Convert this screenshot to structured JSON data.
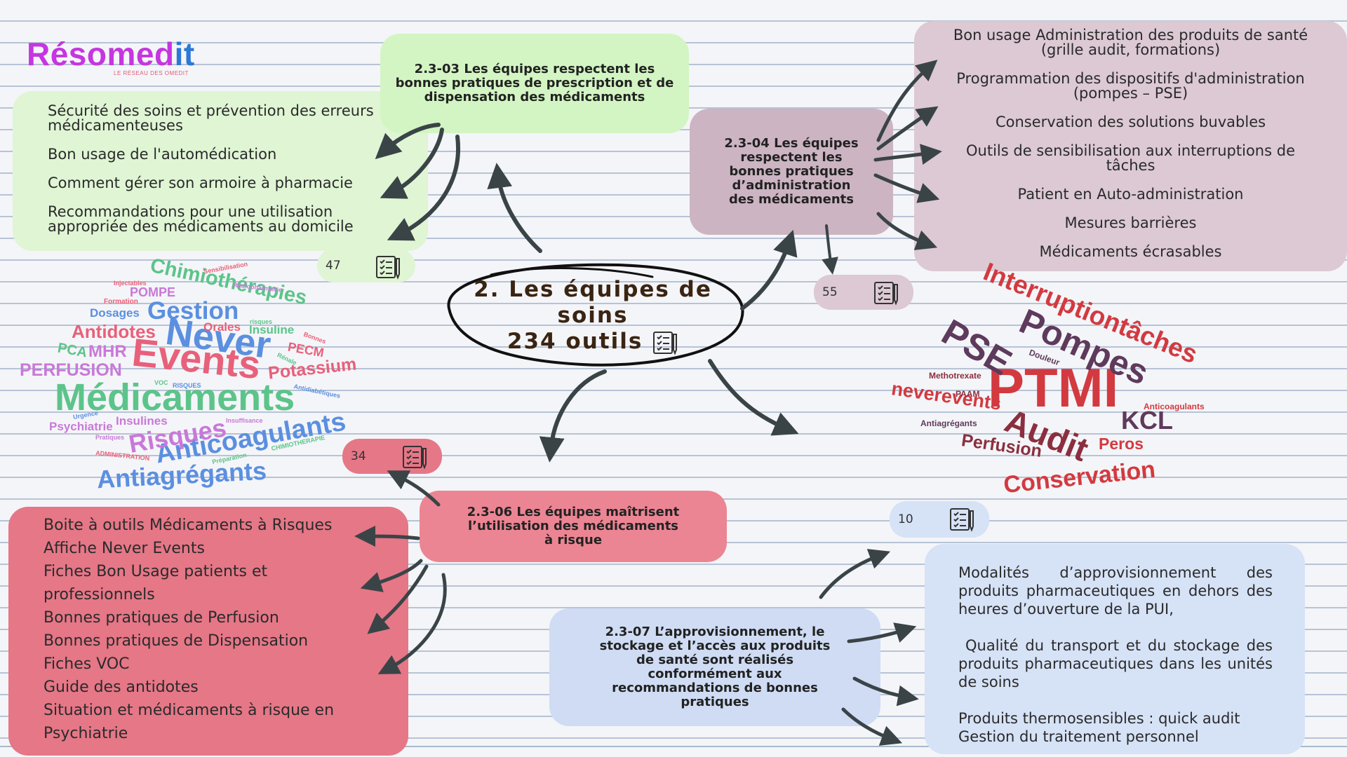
{
  "logo": {
    "part1": "Résomed",
    "part2": "it",
    "tagline": "LE RÉSEAU DES OMEDIT"
  },
  "center": {
    "line1": "2. Les équipes de",
    "line2": "soins",
    "line3": "234 outils"
  },
  "branch_203": {
    "title": "2.3-03 Les équipes respectent les bonnes pratiques de prescription et de dispensation des médicaments",
    "count": "47",
    "items": [
      "Sécurité des soins et prévention des erreurs médicamenteuses",
      "Bon usage de l'automédication",
      "Comment gérer son armoire à pharmacie",
      "Recommandations pour une utilisation appropriée des médicaments au domicile"
    ]
  },
  "branch_204": {
    "title": "2.3-04 Les équipes respectent les bonnes pratiques d’administration des médicaments",
    "count": "55",
    "items": [
      "Bon usage Administration des produits de santé (grille audit, formations)",
      "Programmation des dispositifs d'administration (pompes – PSE)",
      "Conservation des solutions buvables",
      "Outils de sensibilisation aux interruptions de tâches",
      "Patient en Auto-administration",
      "Mesures barrières",
      "Médicaments écrasables"
    ]
  },
  "branch_206": {
    "title": "2.3-06 Les équipes maîtrisent l’utilisation des médicaments à risque",
    "count": "34",
    "items": [
      "Boite à outils Médicaments à Risques",
      "Affiche Never Events",
      "Fiches Bon Usage patients et professionnels",
      "Bonnes pratiques de Perfusion",
      "Bonnes pratiques de Dispensation",
      "Fiches VOC",
      "Guide des antidotes",
      "Situation et médicaments à risque en Psychiatrie"
    ]
  },
  "branch_207": {
    "title": "2.3-07 L’approvisionnement, le stockage et l’accès aux produits de santé sont réalisés conformément aux recommandations de bonnes pratiques",
    "count": "10",
    "items": [
      "Modalités d’approvisionnement des produits pharmaceutiques en dehors des heures d’ouverture de la PUI,",
      "Qualité du transport et du stockage des produits pharmaceutiques dans les unités de soins",
      "Produits thermosensibles : quick audit Gestion du traitement personnel"
    ]
  },
  "wordcloud_left": [
    {
      "t": "Médicaments",
      "c": "#5cc48a"
    },
    {
      "t": "Events",
      "c": "#e8607a"
    },
    {
      "t": "Never",
      "c": "#5b8fe0"
    },
    {
      "t": "Anticoagulants",
      "c": "#5b8fe0"
    },
    {
      "t": "Antiagrégants",
      "c": "#5b8fe0"
    },
    {
      "t": "Risques",
      "c": "#c879d8"
    },
    {
      "t": "Gestion",
      "c": "#5b8fe0"
    },
    {
      "t": "Chimiothérapies",
      "c": "#5cc48a"
    },
    {
      "t": "Antidotes",
      "c": "#e8607a"
    },
    {
      "t": "PERFUSION",
      "c": "#c879d8"
    },
    {
      "t": "Potassium",
      "c": "#e8607a"
    },
    {
      "t": "MHR",
      "c": "#c879d8"
    },
    {
      "t": "PCA",
      "c": "#5cc48a"
    },
    {
      "t": "POMPE",
      "c": "#c879d8"
    },
    {
      "t": "Dosages",
      "c": "#5b8fe0"
    },
    {
      "t": "Orales",
      "c": "#e8607a"
    },
    {
      "t": "Insuline",
      "c": "#5cc48a"
    },
    {
      "t": "PECM",
      "c": "#e8607a"
    },
    {
      "t": "Psychiatrie",
      "c": "#c879d8"
    },
    {
      "t": "Insulines",
      "c": "#c879d8"
    },
    {
      "t": "Formation",
      "c": "#e8607a"
    },
    {
      "t": "Injectables",
      "c": "#e8607a"
    },
    {
      "t": "Sensibilisation",
      "c": "#e8607a"
    },
    {
      "t": "Radiopharmacie",
      "c": "#c879d8"
    },
    {
      "t": "Bonnes",
      "c": "#e8607a"
    },
    {
      "t": "Rénale",
      "c": "#5cc48a"
    },
    {
      "t": "risques",
      "c": "#5cc48a"
    },
    {
      "t": "Antidiabétiques",
      "c": "#5b8fe0"
    },
    {
      "t": "VOC",
      "c": "#5cc48a"
    },
    {
      "t": "RISQUES",
      "c": "#5b8fe0"
    },
    {
      "t": "Urgence",
      "c": "#5b8fe0"
    },
    {
      "t": "Pratiques",
      "c": "#c879d8"
    },
    {
      "t": "Insuffisance",
      "c": "#c879d8"
    },
    {
      "t": "Préparation",
      "c": "#5cc48a"
    },
    {
      "t": "CHIMIOTHERAPIE",
      "c": "#5cc48a"
    },
    {
      "t": "ADMINISTRATION",
      "c": "#e8607a"
    }
  ],
  "wordcloud_right": [
    {
      "t": "PTMI",
      "c": "#d23a40"
    },
    {
      "t": "Pompes",
      "c": "#5e3a5c"
    },
    {
      "t": "Interruptiontâches",
      "c": "#d23a40"
    },
    {
      "t": "PSE",
      "c": "#5e3a5c"
    },
    {
      "t": "Audit",
      "c": "#8b2f3f"
    },
    {
      "t": "KCL",
      "c": "#5e3a5c"
    },
    {
      "t": "neverevents",
      "c": "#d23a40"
    },
    {
      "t": "Conservation",
      "c": "#d23a40"
    },
    {
      "t": "Perfusion",
      "c": "#8b2f3f"
    },
    {
      "t": "Peros",
      "c": "#d23a40"
    },
    {
      "t": "Methotrexate",
      "c": "#8b2f3f"
    },
    {
      "t": "PAAM",
      "c": "#8b2f3f"
    },
    {
      "t": "Douleur",
      "c": "#5e3a5c"
    },
    {
      "t": "Anticoagulants",
      "c": "#d23a40"
    },
    {
      "t": "Antiagrégants",
      "c": "#5e3a5c"
    }
  ],
  "colors": {
    "green": "#dff5d4",
    "mauve": "#dcc9d4",
    "red": "#e57787",
    "blue": "#d6e2f6",
    "arrow": "#3a4447"
  }
}
